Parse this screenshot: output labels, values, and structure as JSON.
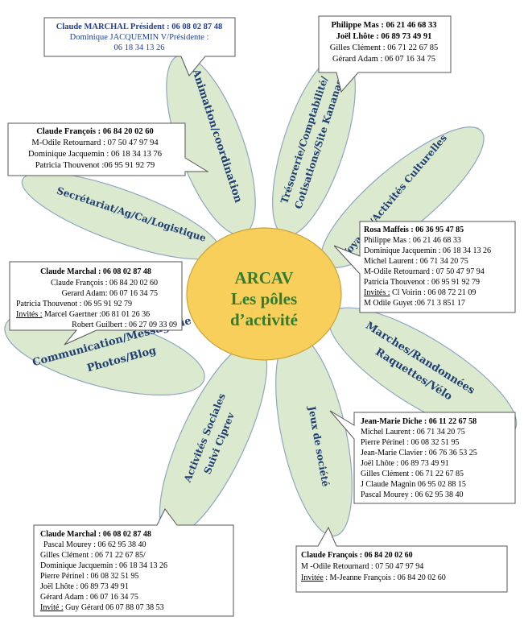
{
  "center": {
    "line1": "ARCAV",
    "line2": "Les pôles",
    "line3": "d’activité"
  },
  "poles": {
    "animation": "Animation/coordination",
    "tresorerie_1": "Trésorerie/Comptabilité/",
    "tresorerie_2": "Cotisations/Site Kananas",
    "voyages": "Voyages/Activités Culturelles",
    "secretariat": "Secrétariat/Ag/Ca/Logistique",
    "communication_1": "Communication/Messagerie",
    "communication_2": "Photos/Blog",
    "sociales_1": "Activités Sociales",
    "sociales_2": "Suivi Ciprev",
    "jeux": "Jeux de société",
    "marches_1": "Marches/Randonnées",
    "marches_2": "Raquettes/Vélo"
  },
  "boxes": {
    "animation": {
      "l1": "Claude MARCHAL Président : 06 08 02 87 48",
      "l2": "Dominique JACQUEMIN V/Présidente :",
      "l3": "06 18 34 13 26"
    },
    "tresorerie": {
      "l1": "Philippe Mas : 06 21 46 68 33",
      "l2": "Joël Lhôte : 06 89 73 49 91",
      "l3": "Gilles Clément : 06 71 22 67 85",
      "l4": "Gérard Adam : 06 07 16 34 75"
    },
    "secretariat": {
      "l1": "Claude François : 06 84 20 02 60",
      "l2": "M-Odile Retournard : 07 50 47 97 94",
      "l3": "Dominique Jacquemin : 06 18 34 13 76",
      "l4": "Patricia Thouvenot :06 95 91 92 79"
    },
    "voyages": {
      "l1": "Rosa Maffeis : 06 36 95 47 85",
      "l2": "Philippe Mas : 06 21 46 68 33",
      "l3": "Dominique Jacquemin : 06 18 34 13 26",
      "l4": "Michel Laurent : 06 71 34 20 75",
      "l5": "M-Odile Retournard : 07 50 47 97 94",
      "l6": "Patricia Thouvenot : 06 95 91 92 79",
      "l7a": "Invités :",
      "l7b": " Cl Voirin : 06 08 72 21 09",
      "l8": "M Odile Guyet :06 71 3 851 17"
    },
    "communication": {
      "l1": "Claude Marchal : 06 08 02 87 48",
      "l2": "Claude François : 06 84 20 02 60",
      "l3": "Gerard Adam: 06 07 16 34 75",
      "l4": "Patricia Thouvenot : 06 95 91 92 79",
      "l5a": "Invités :",
      "l5b": " Marcel Gaertner :06 81 01 26 36",
      "l6": "Robert Guilbert : 06 27 09 33 09"
    },
    "marches": {
      "l1": "Jean-Marie Diche : 06 11 22 67 58",
      "l2": "Michel Laurent : 06 71 34 20 75",
      "l3": "Pierre Périnel : 06 08 32 51 95",
      "l4": "Jean-Marie Clavier : 06 76 36 53 25",
      "l5": "Joël Lhôte : 06 89 73 49 91",
      "l6": "Gilles Clément : 06 71 22 67 85",
      "l7": "J Claude Magnin 06 95 02 88 15",
      "l8": "Pascal Mourey : 06 62 95 38 40"
    },
    "sociales": {
      "l1": "Claude Marchal : 06 08 02 87 48",
      "l2": "Pascal Mourey : 06 62 95 38 40",
      "l3": "Gilles Clément : 06 71 22 67 85/",
      "l4": "Dominique Jacquemin : 06 18 34 13 26",
      "l5": "Pierre Périnel : 06 08 32 51 95",
      "l6": "Joël Lhôte : 06 89 73 49 91",
      "l7": "Gérard Adam : 06 07 16 34 75",
      "l8a": "Invité :",
      "l8b": "  Guy Gérard 06 07 88 07 38 53"
    },
    "jeux": {
      "l1": "Claude François : 06 84 20 02 60",
      "l2": "M -Odile Retournard : 07 50 47 97 94",
      "l3a": "Invitée",
      "l3b": " : M-Jeanne François : 06 84 20 02 60"
    }
  },
  "colors": {
    "petal_fill": "#dbe9cf",
    "petal_stroke": "#8fa6c0",
    "center_fill": "#f7cf5a",
    "center_stroke": "#c9a23a",
    "label": "#1f3f73",
    "center_text": "#2e7d32"
  }
}
